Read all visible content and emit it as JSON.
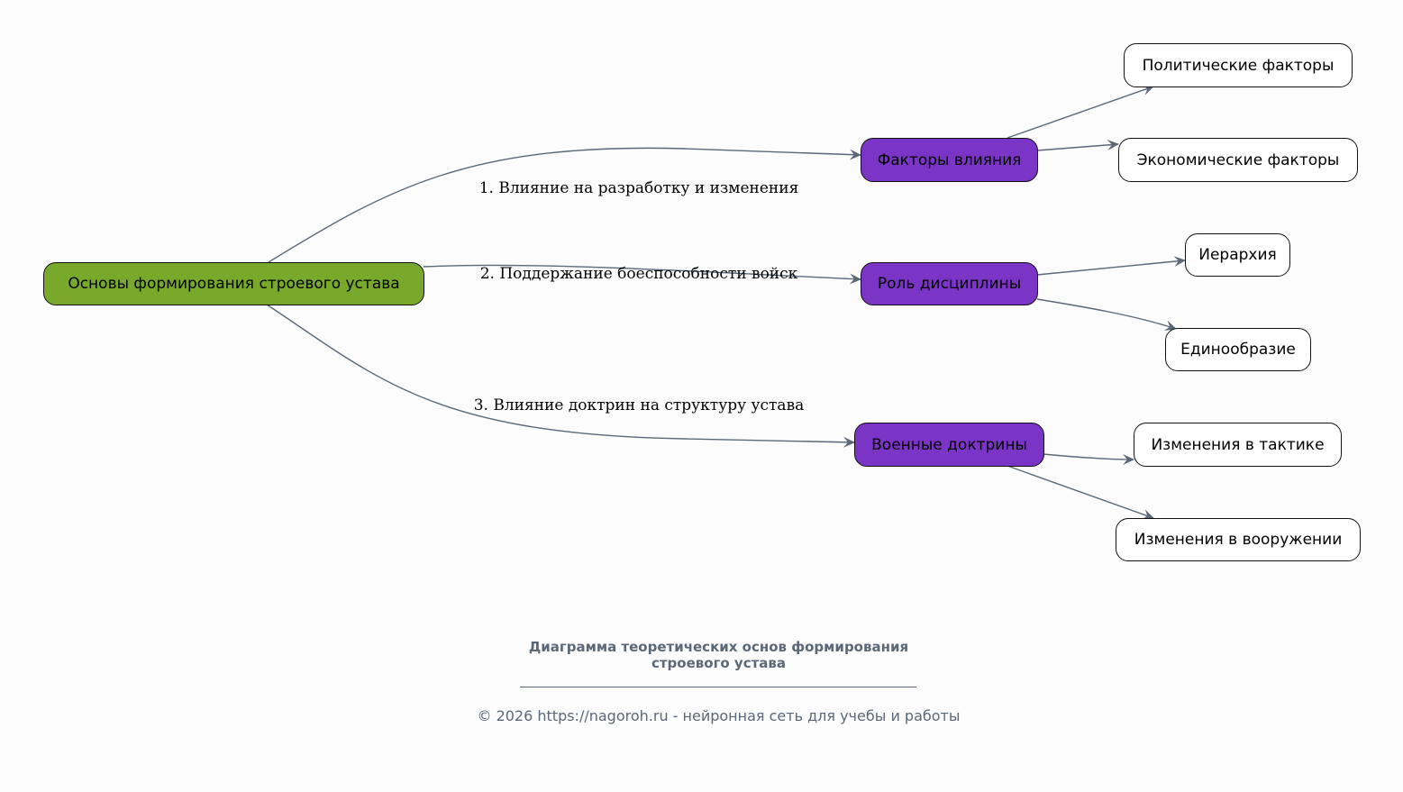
{
  "root": {
    "label": "Основы формирования строевого устава"
  },
  "branches": [
    {
      "label": "Факторы влияния",
      "edge_label": "1. Влияние на разработку и изменения",
      "children": [
        "Политические факторы",
        "Экономические факторы"
      ]
    },
    {
      "label": "Роль дисциплины",
      "edge_label": "2. Поддержание боеспособности войск",
      "children": [
        "Иерархия",
        "Единообразие"
      ]
    },
    {
      "label": "Военные доктрины",
      "edge_label": "3. Влияние доктрин на структуру устава",
      "children": [
        "Изменения в тактике",
        "Изменения в вооружении"
      ]
    }
  ],
  "footer": {
    "title_line1": "Диаграмма теоретических основ формирования",
    "title_line2": "строевого устава",
    "copyright": "© 2026 https://nagoroh.ru - нейронная сеть для учебы и работы"
  },
  "colors": {
    "root": "#78a92b",
    "branch": "#7a34c6",
    "edge": "#5c6877"
  }
}
